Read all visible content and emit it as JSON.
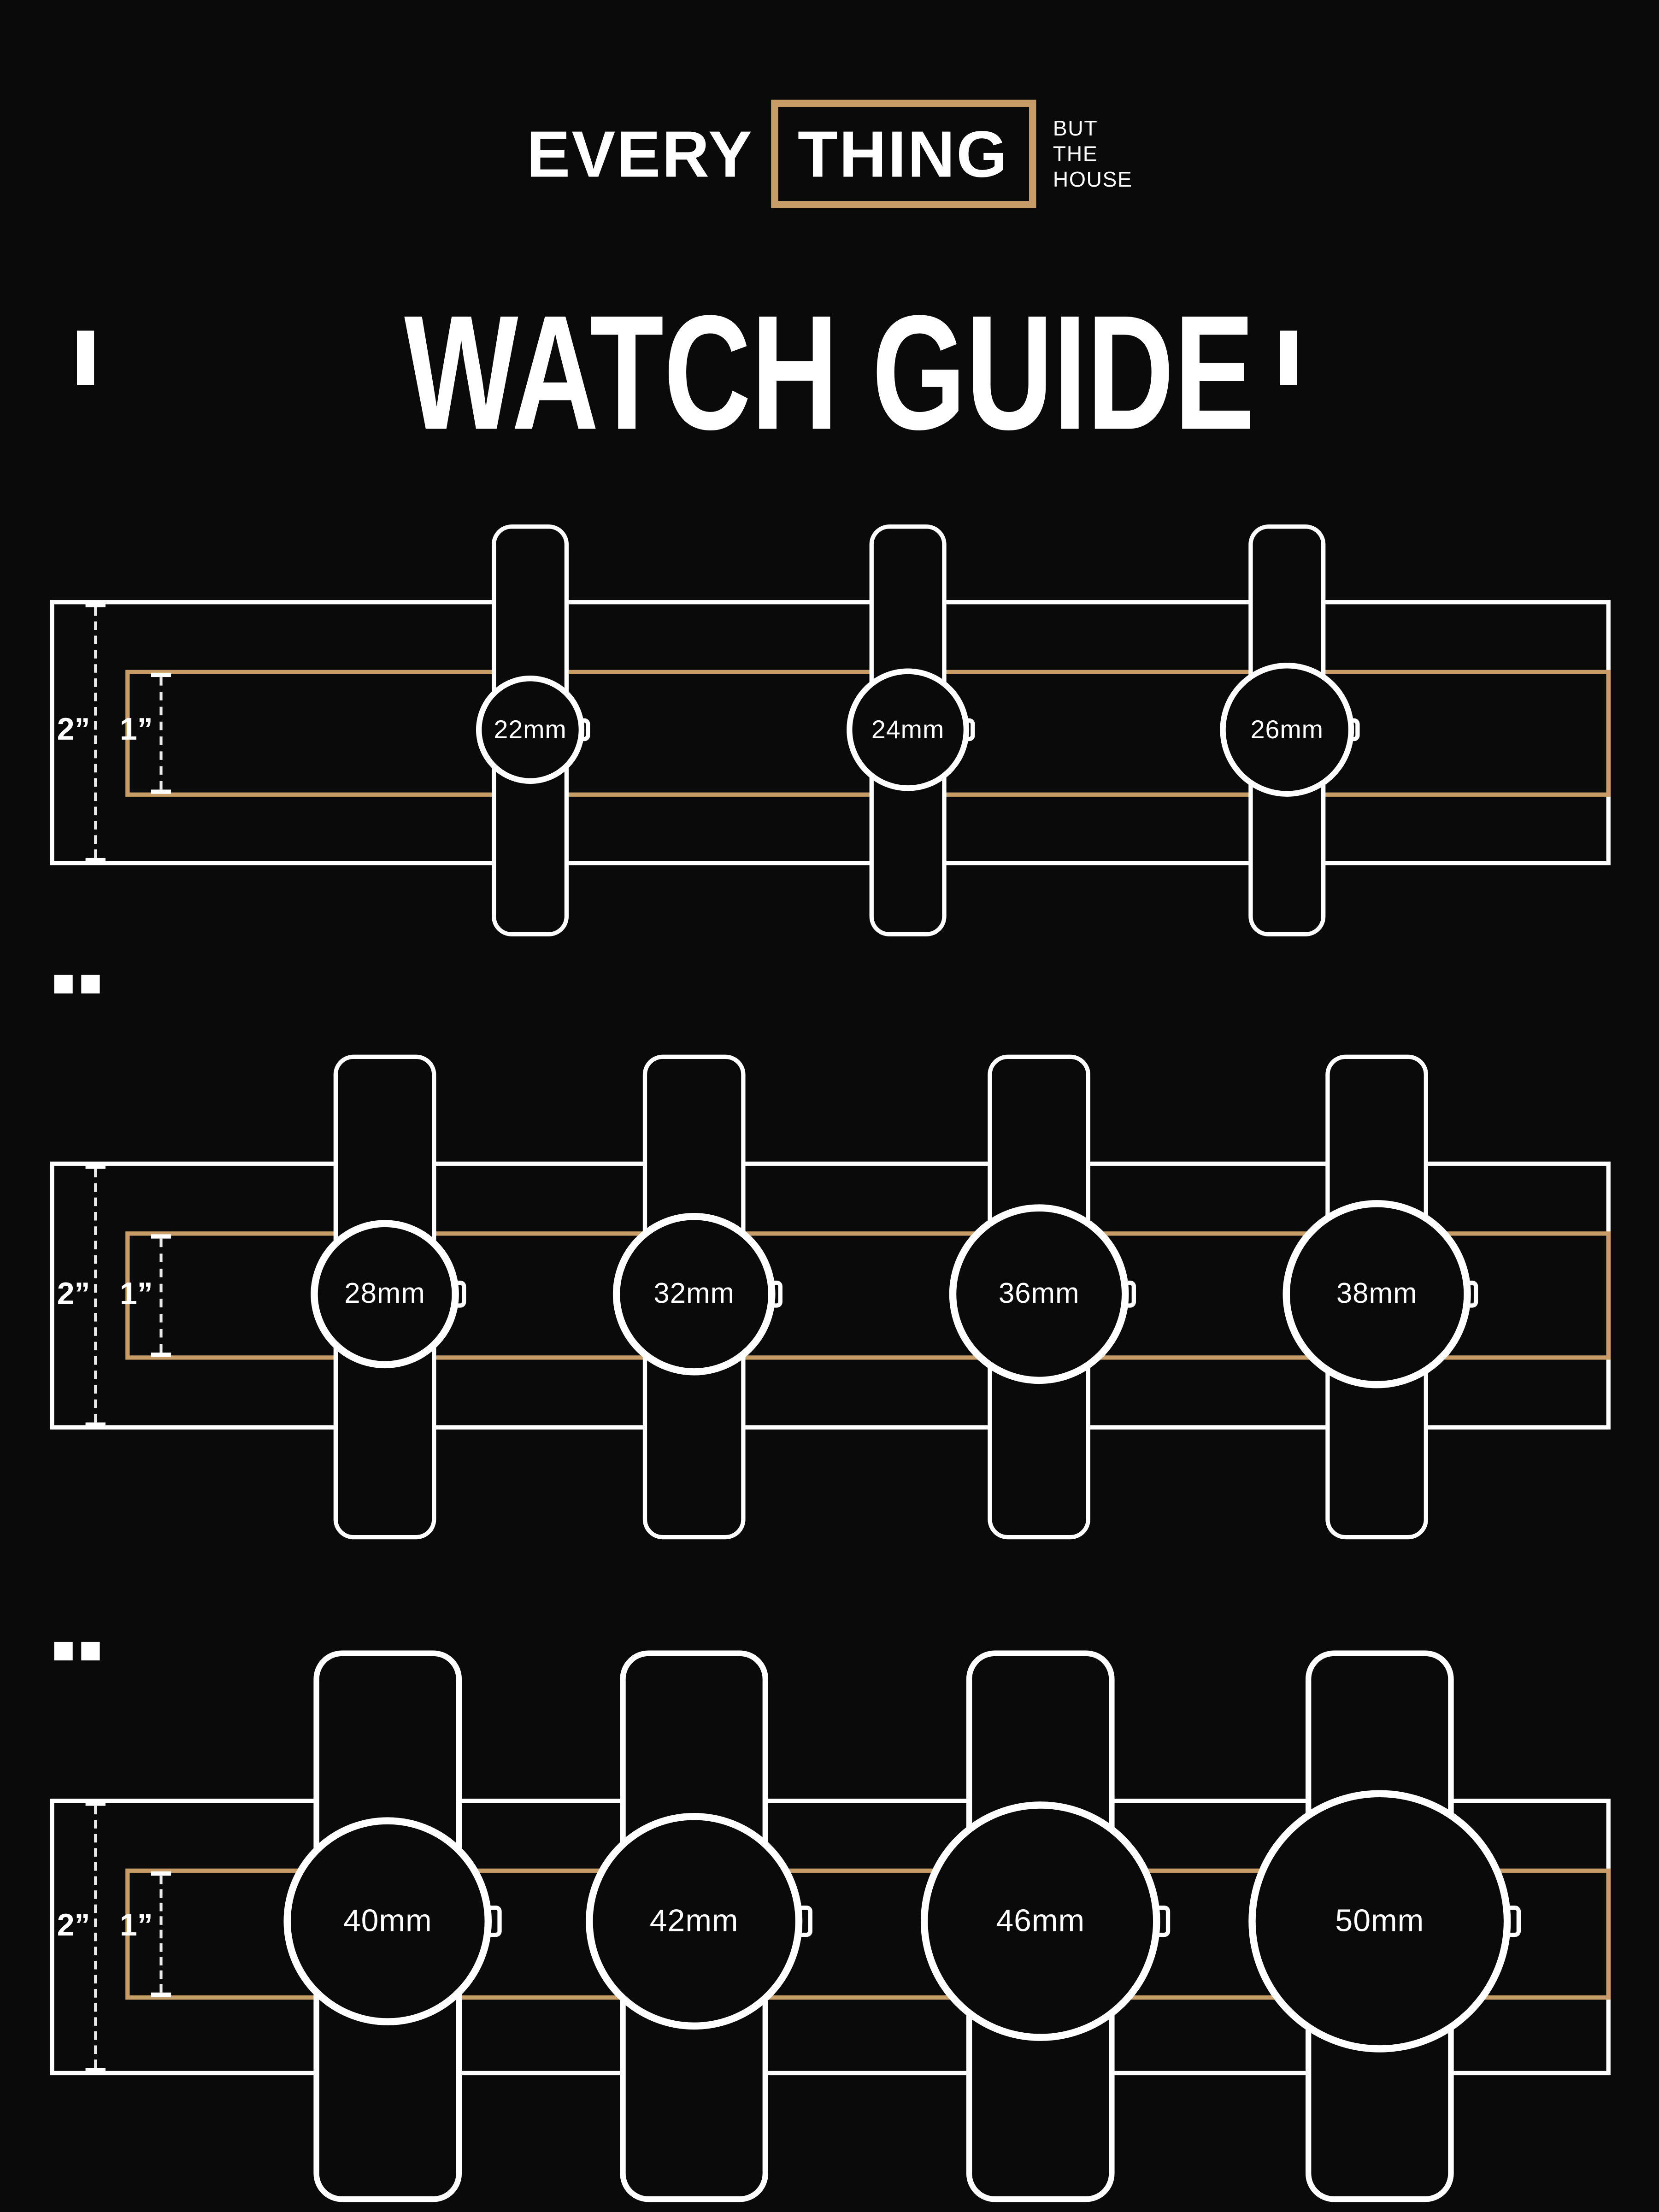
{
  "logo": {
    "word_every": "EVERY",
    "word_thing": "THING",
    "tagline": [
      "BUT",
      "THE",
      "HOUSE"
    ]
  },
  "title": "WATCH GUIDE",
  "rows": [
    {
      "outer_label": "2”",
      "inner_label": "1”",
      "watches": [
        {
          "size": "22mm"
        },
        {
          "size": "24mm"
        },
        {
          "size": "26mm"
        }
      ]
    },
    {
      "outer_label": "2”",
      "inner_label": "1”",
      "watches": [
        {
          "size": "28mm"
        },
        {
          "size": "32mm"
        },
        {
          "size": "36mm"
        },
        {
          "size": "38mm"
        }
      ]
    },
    {
      "outer_label": "2”",
      "inner_label": "1”",
      "watches": [
        {
          "size": "40mm"
        },
        {
          "size": "42mm"
        },
        {
          "size": "46mm"
        },
        {
          "size": "50mm"
        }
      ]
    }
  ],
  "colors": {
    "background": "#0a0a0a",
    "band_gold": "#c89c66",
    "line_white": "#ffffff"
  }
}
